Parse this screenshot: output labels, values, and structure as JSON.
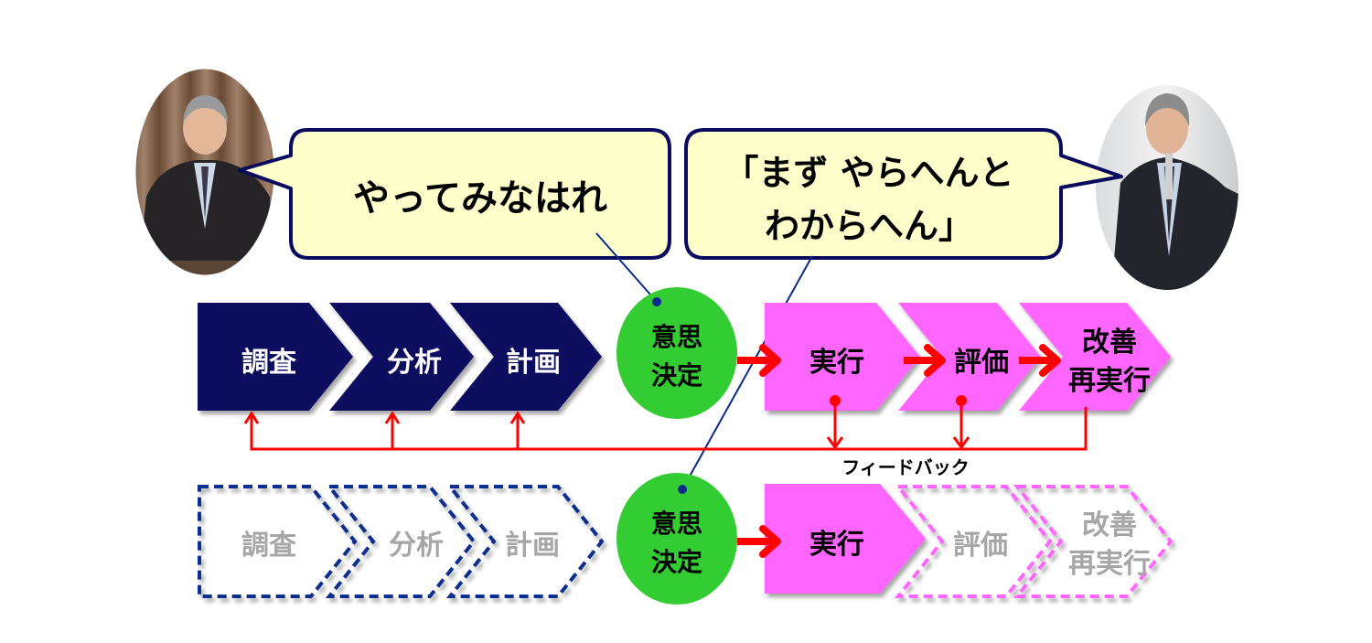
{
  "colors": {
    "navy": "#0a0a5e",
    "magenta": "#ff66ff",
    "green": "#33cc33",
    "red": "#ff0000",
    "bubble_fill": "#ffffcc",
    "bubble_border": "#0a0a5e",
    "ghost_text": "#a6a6a6",
    "dashed_blue": "#0b2f8f"
  },
  "speakers": {
    "left": {
      "name": "speaker-left-photo",
      "quote": "やってみなはれ"
    },
    "right": {
      "name": "speaker-right-photo",
      "quote_line1": "「まず やらへんと",
      "quote_line2": "わからへん」"
    }
  },
  "top_row": {
    "plan_steps": [
      "調査",
      "分析",
      "計画"
    ],
    "decision": {
      "line1": "意思",
      "line2": "決定"
    },
    "do_steps": [
      {
        "line1": "実行",
        "line2": ""
      },
      {
        "line1": "評価",
        "line2": ""
      },
      {
        "line1": "改善",
        "line2": "再実行"
      }
    ],
    "feedback_label": "フィードバック"
  },
  "bottom_row": {
    "plan_steps": [
      "調査",
      "分析",
      "計画"
    ],
    "decision": {
      "line1": "意思",
      "line2": "決定"
    },
    "do_steps": [
      {
        "line1": "実行",
        "line2": "",
        "active": true
      },
      {
        "line1": "評価",
        "line2": "",
        "active": false
      },
      {
        "line1": "改善",
        "line2": "再実行",
        "active": false
      }
    ]
  }
}
